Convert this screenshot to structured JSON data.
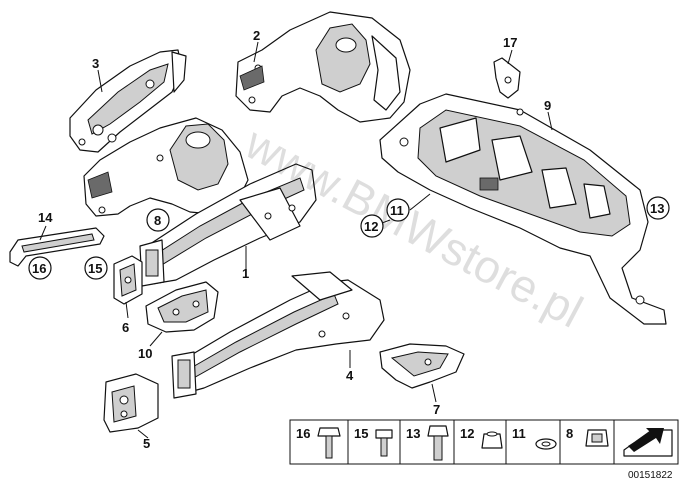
{
  "watermark": "www.BMWstore.pl",
  "callouts": {
    "c1": "1",
    "c2": "2",
    "c3": "3",
    "c4": "4",
    "c5": "5",
    "c6": "6",
    "c7": "7",
    "c8": "8",
    "c9": "9",
    "c10": "10",
    "c11": "11",
    "c12": "12",
    "c13": "13",
    "c14": "14",
    "c15": "15",
    "c16": "16",
    "c17": "17"
  },
  "legend": {
    "items": [
      "16",
      "15",
      "13",
      "12",
      "11",
      "8"
    ]
  },
  "document_number": "00151822"
}
